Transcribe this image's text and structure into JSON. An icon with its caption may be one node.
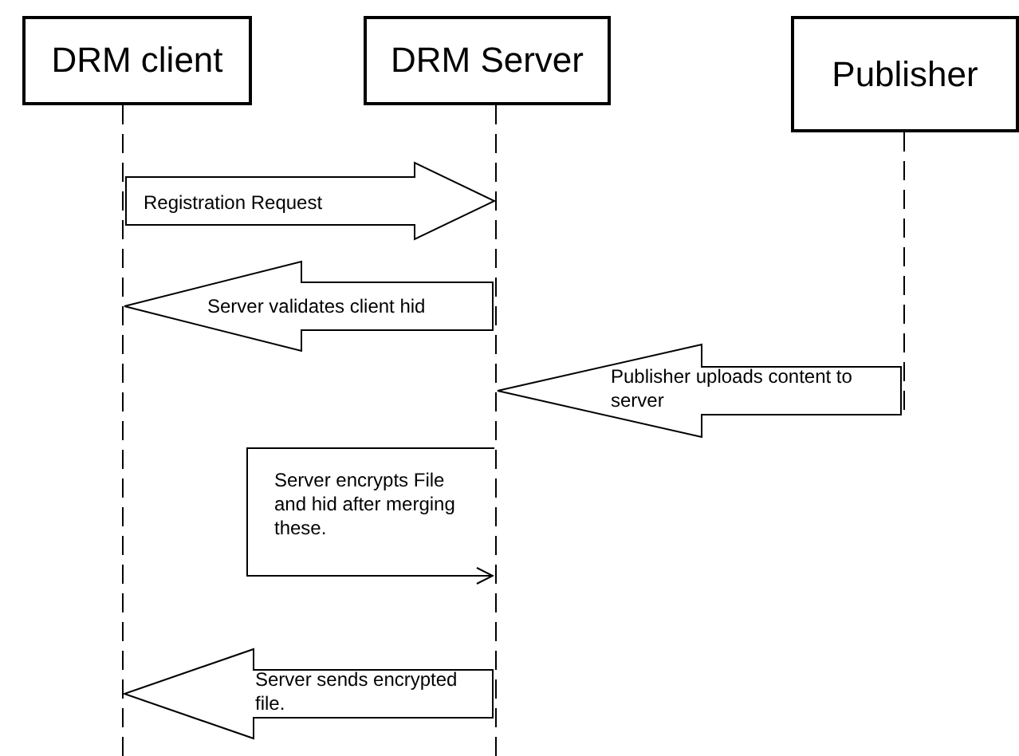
{
  "diagram": {
    "nodes": [
      {
        "text": [
          "DRM client"
        ]
      },
      {
        "text": [
          "DRM Server"
        ]
      },
      {
        "text": [
          "Publisher"
        ]
      }
    ],
    "edges": [
      {
        "from": 0,
        "to": 1,
        "arrow": "to",
        "label": "Registration Request"
      },
      {
        "from": 1,
        "to": 0,
        "arrow": "to",
        "label": "Server validates client hid"
      },
      {
        "from": 2,
        "to": 1,
        "arrow": "to",
        "label": "Publisher uploads content to server"
      },
      {
        "from": 1,
        "to": 1,
        "arrow": "to",
        "label": "Server encrypts File and hid after merging these."
      },
      {
        "from": 1,
        "to": 0,
        "arrow": "to",
        "label": "Server sends encrypted file."
      }
    ]
  }
}
